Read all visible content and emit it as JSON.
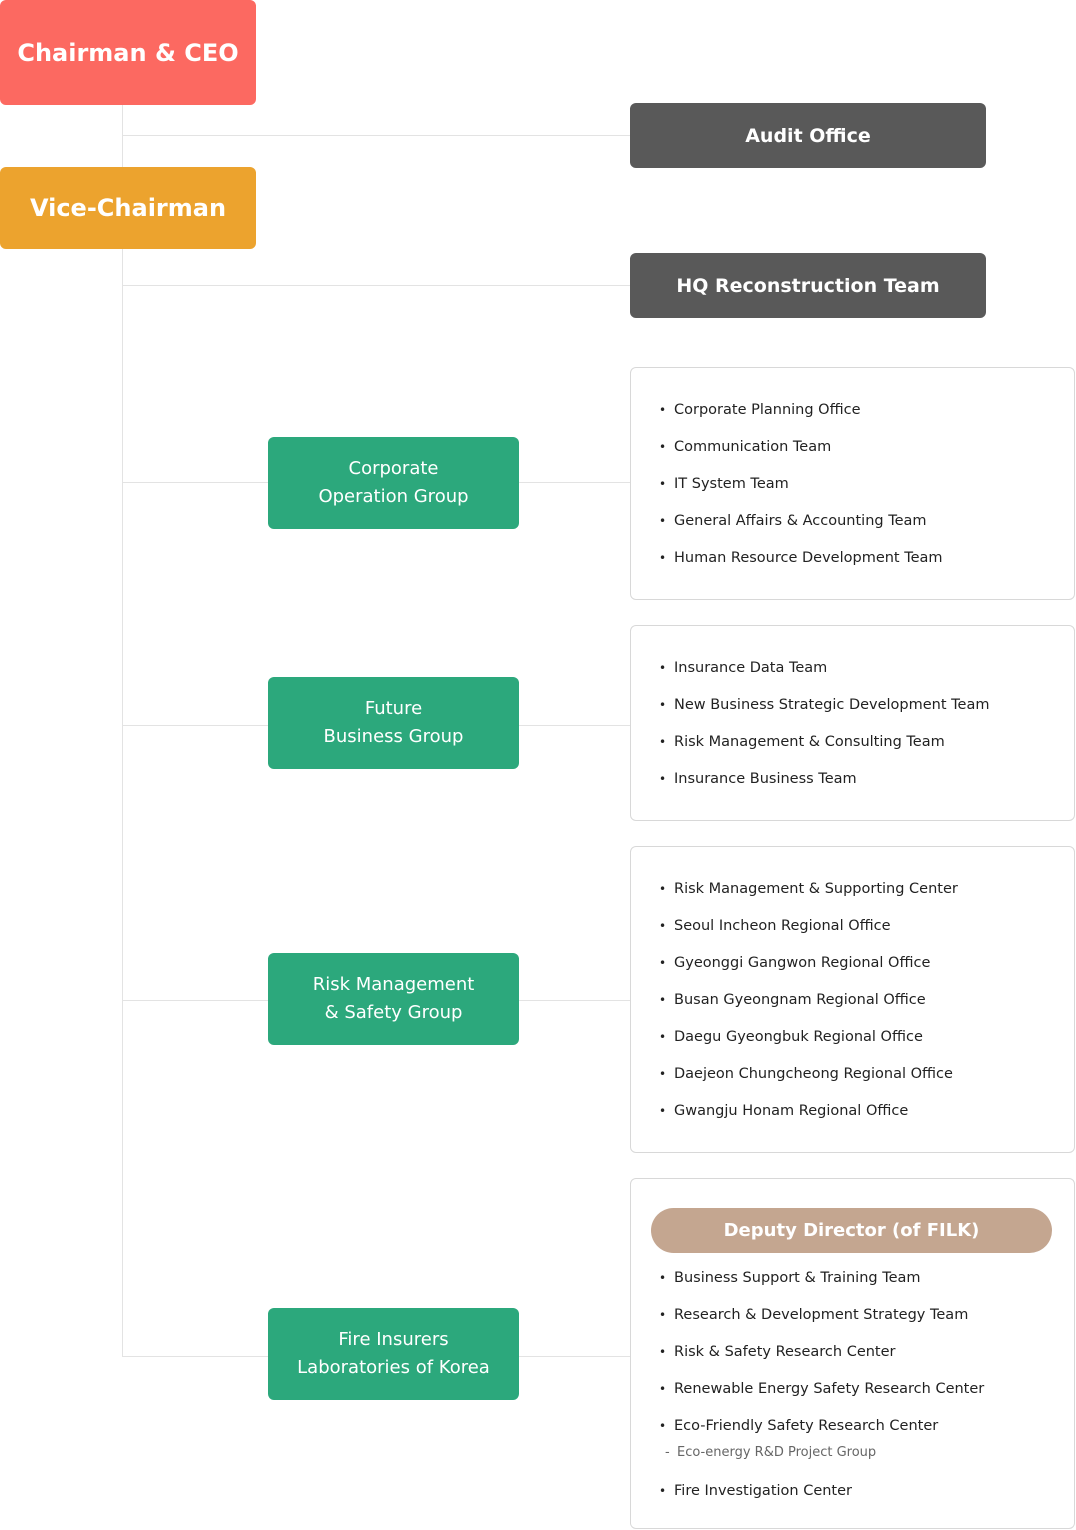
{
  "chairman": {
    "label": "Chairman & CEO",
    "color": "#fc6961"
  },
  "vice_chairman": {
    "label": "Vice-Chairman",
    "color": "#eca32e"
  },
  "audit_office": {
    "label": "Audit Office"
  },
  "hq_team": {
    "label": "HQ Reconstruction Team"
  },
  "groups": [
    {
      "line1": "Corporate",
      "line2": "Operation Group",
      "items": [
        "Corporate Planning Office",
        "Communication Team",
        "IT System Team",
        "General Affairs & Accounting Team",
        "Human Resource Development Team"
      ]
    },
    {
      "line1": "Future",
      "line2": "Business Group",
      "items": [
        "Insurance Data Team",
        "New Business Strategic Development Team",
        "Risk Management & Consulting Team",
        "Insurance Business Team"
      ]
    },
    {
      "line1": "Risk Management",
      "line2": "& Safety Group",
      "items": [
        "Risk Management & Supporting Center",
        "Seoul Incheon Regional Office",
        "Gyeonggi Gangwon Regional Office",
        "Busan Gyeongnam Regional Office",
        "Daegu Gyeongbuk Regional Office",
        "Daejeon Chungcheong Regional Office",
        "Gwangju Honam Regional Office"
      ]
    },
    {
      "line1": "Fire Insurers",
      "line2": "Laboratories of Korea",
      "deputy": "Deputy Director (of FILK)",
      "items": [
        "Business Support & Training Team",
        "Research & Development Strategy Team",
        "Risk & Safety Research Center",
        "Renewable Energy Safety Research Center",
        "Eco-Friendly Safety Research Center"
      ],
      "sub_item": "Eco-energy R&D Project Group",
      "last_item": "Fire Investigation Center"
    }
  ]
}
